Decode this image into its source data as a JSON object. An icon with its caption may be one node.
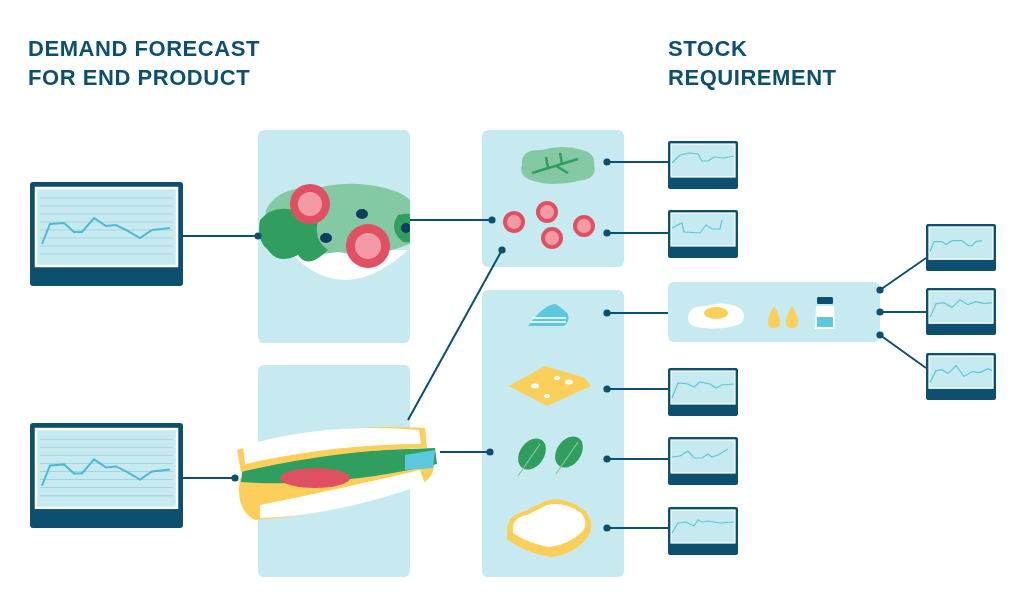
{
  "diagram": {
    "nodes": [
      {
        "text": [],
        "shape": "picture"
      },
      {
        "text": [],
        "shape": "picture"
      },
      {
        "text": [],
        "shape": "box"
      },
      {
        "text": [],
        "shape": "picture",
        "in": 2
      },
      {
        "text": [],
        "shape": "box"
      },
      {
        "text": [],
        "shape": "picture"
      },
      {
        "text": [],
        "shape": "box"
      },
      {
        "text": [],
        "shape": "picture",
        "in": 6
      },
      {
        "text": [],
        "shape": "picture",
        "in": 6
      },
      {
        "text": [],
        "shape": "box"
      },
      {
        "text": [],
        "shape": "picture",
        "in": 9
      },
      {
        "text": [],
        "shape": "picture",
        "in": 9
      },
      {
        "text": [],
        "shape": "picture",
        "in": 9
      },
      {
        "text": [],
        "shape": "picture",
        "in": 9
      },
      {
        "text": [],
        "shape": "box"
      },
      {
        "text": [],
        "shape": "picture",
        "in": 14
      },
      {
        "text": [],
        "shape": "picture",
        "in": 14
      },
      {
        "text": [],
        "shape": "picture",
        "in": 14
      },
      {
        "text": [],
        "shape": "picture"
      },
      {
        "text": [],
        "shape": "picture"
      },
      {
        "text": [],
        "shape": "picture"
      },
      {
        "text": [],
        "shape": "picture"
      },
      {
        "text": [],
        "shape": "picture"
      },
      {
        "text": [],
        "shape": "picture"
      },
      {
        "text": [],
        "shape": "picture"
      },
      {
        "text": [],
        "shape": "picture"
      }
    ],
    "edges": [
      {
        "from": 0,
        "to": 3,
        "arrow": "other"
      },
      {
        "from": 1,
        "to": 5,
        "arrow": "other"
      },
      {
        "from": 3,
        "to": 8,
        "arrow": "other"
      },
      {
        "from": 5,
        "to": 8,
        "arrow": "other"
      },
      {
        "from": 5,
        "to": 12,
        "arrow": "other"
      },
      {
        "from": 18,
        "to": 7,
        "arrow": "other"
      },
      {
        "from": 19,
        "to": 8,
        "arrow": "other"
      },
      {
        "from": 14,
        "to": 10,
        "arrow": "other"
      },
      {
        "from": 20,
        "to": 11,
        "arrow": "other"
      },
      {
        "from": 21,
        "to": 12,
        "arrow": "other"
      },
      {
        "from": 22,
        "to": 13,
        "arrow": "other"
      },
      {
        "from": 23,
        "to": 14,
        "arrow": "other"
      },
      {
        "from": 24,
        "to": 14,
        "arrow": "other"
      },
      {
        "from": 25,
        "to": 14,
        "arrow": "other"
      }
    ],
    "labels": [
      "DEMAND FORECAST FOR END PRODUCT",
      "STOCK REQUIREMENT"
    ]
  }
}
